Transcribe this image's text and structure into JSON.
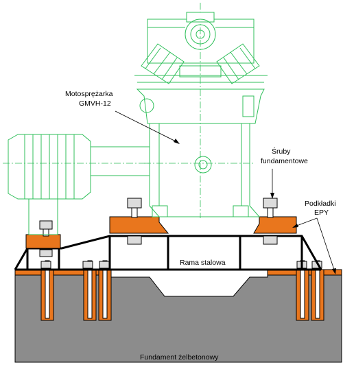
{
  "labels": {
    "compressor_name_line1": "Motosprężarka",
    "compressor_name_line2": "GMVH-12",
    "bolts_line1": "Śruby",
    "bolts_line2": "fundamentowe",
    "pads_line1": "Podkładki",
    "pads_line2": "EPY",
    "frame": "Rama stalowa",
    "foundation": "Fundament żelbetonowy"
  },
  "colors": {
    "machine_outline": "#2fbf5a",
    "pads": "#e9761d",
    "concrete": "#8c8c8c",
    "frame": "#000000"
  }
}
